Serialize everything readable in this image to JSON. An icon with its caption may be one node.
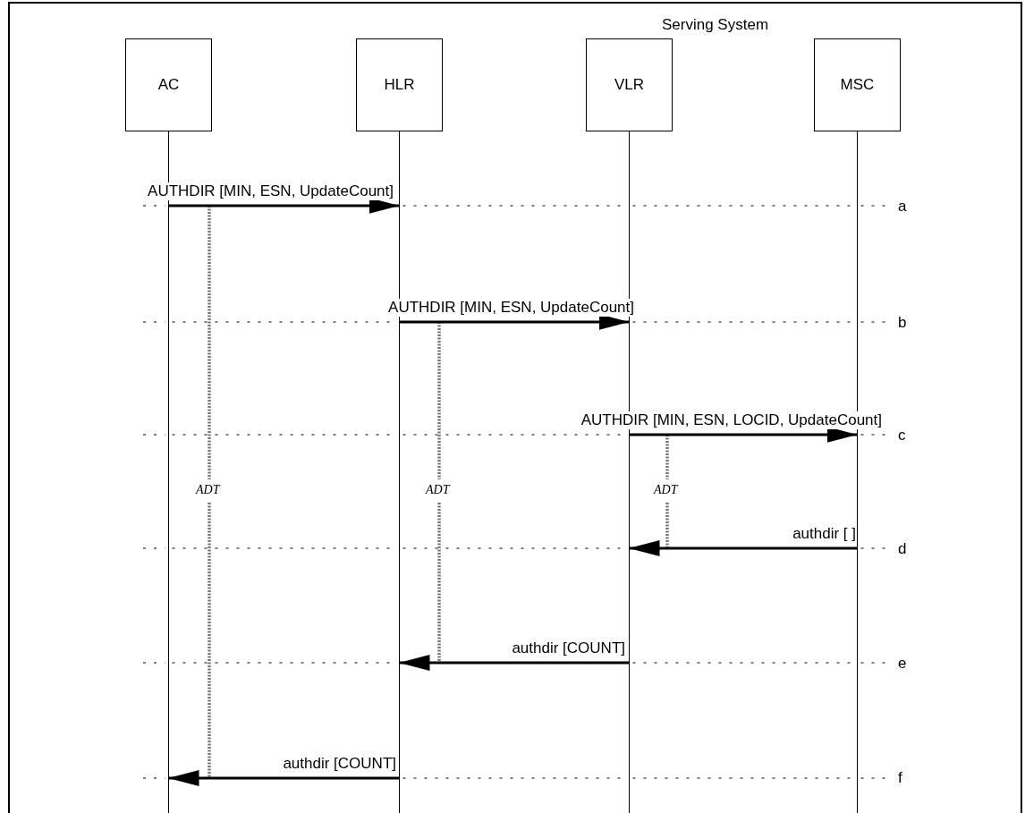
{
  "diagram": {
    "nodes": [
      {
        "text": [
          "AC"
        ]
      },
      {
        "text": [
          "HLR"
        ]
      },
      {
        "text": [
          "VLR"
        ]
      },
      {
        "text": [
          "MSC"
        ]
      }
    ],
    "edges": [
      {
        "from": 0,
        "to": 1,
        "arrow": "to",
        "label": "AUTHDIR [MIN, ESN, UpdateCount]"
      },
      {
        "from": 1,
        "to": 2,
        "arrow": "to",
        "label": "AUTHDIR [MIN, ESN, UpdateCount]"
      },
      {
        "from": 2,
        "to": 3,
        "arrow": "to",
        "label": "AUTHDIR [MIN, ESN, LOCID, UpdateCount]"
      },
      {
        "from": 3,
        "to": 2,
        "arrow": "to",
        "label": "authdir [ ]"
      },
      {
        "from": 2,
        "to": 1,
        "arrow": "to",
        "label": "authdir [COUNT]"
      },
      {
        "from": 1,
        "to": 0,
        "arrow": "to",
        "label": "authdir [COUNT]"
      }
    ],
    "labels": [
      "Serving System",
      "a",
      "b",
      "c",
      "ADT",
      "ADT",
      "ADT",
      "d",
      "e",
      "f"
    ]
  }
}
